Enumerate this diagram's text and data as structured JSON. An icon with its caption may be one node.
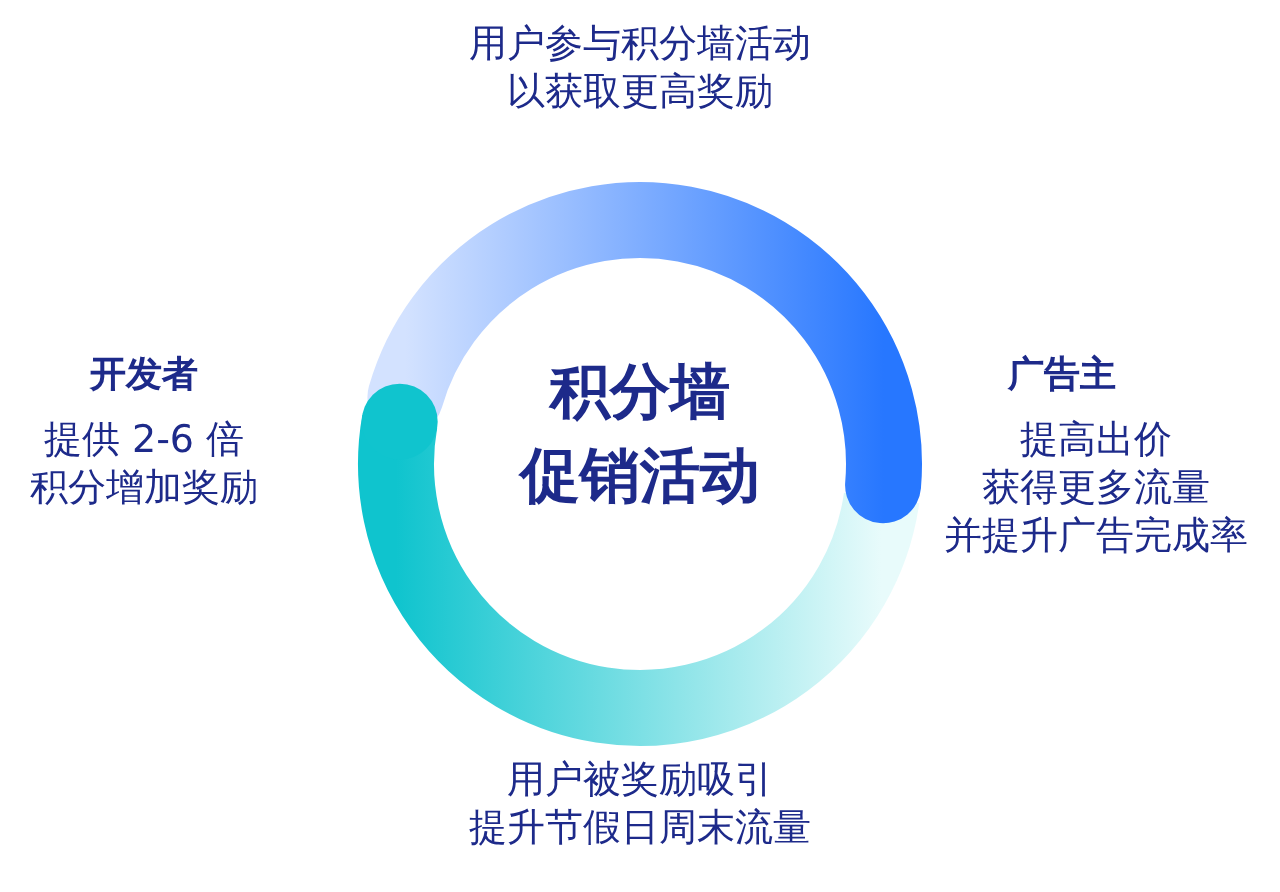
{
  "diagram": {
    "nodes": [
      {
        "text": [
          "积分墙",
          "促销活动"
        ]
      }
    ],
    "labels": [
      "用户参与积分墙活动",
      "以获取更高奖励",
      "开发者",
      "提供 2-6 倍",
      "积分增加奖励",
      "广告主",
      "提高出价",
      "获得更多流量",
      "并提升广告完成率",
      "用户被奖励吸引",
      "提升节假日周末流量"
    ]
  }
}
